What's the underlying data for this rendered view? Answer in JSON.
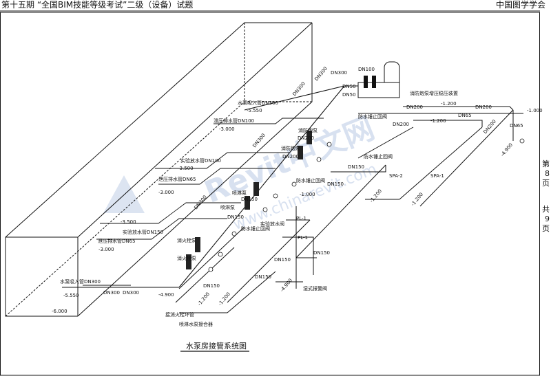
{
  "header": {
    "title_left": "第十五期 “全国BIM技能等级考试”二级（设备）试题",
    "title_right": "中国图学学会"
  },
  "side": {
    "page_label": "第",
    "page_num": "8",
    "page_unit": "页",
    "total_label": "共",
    "total_num": "9",
    "total_unit": "页"
  },
  "drawing": {
    "title": "水泵房接管系统图"
  },
  "labels": {
    "dn100_tank": "DN100",
    "dn50_a": "DN50",
    "dn50_b": "DN50",
    "dn300_a": "DN300",
    "dn300_b": "DN300",
    "dn300_c": "DN300",
    "dn300_d": "DN300",
    "dn300_e": "DN300",
    "dn300_f": "DN300",
    "dn300_g": "DN300",
    "suction_top": "水泵吸入管DN300",
    "lvl_550_a": "-5.550",
    "press_drain": "泄压排水管DN100",
    "lvl_3000_a": "-3.000",
    "test_drain": "实验放水管DN100",
    "lvl_3500_a": "-3.500",
    "press_drain2": "泄压排水管DN65",
    "lvl_3000_b": "-3.000",
    "lvl_3500_b": "-3.500",
    "test_drain2": "实验放水管DN150",
    "press_drain3": "泄压排水管DN65",
    "lvl_3000_c": "-3.000",
    "suction_bot": "水泵吸入管DN300",
    "lvl_550_b": "-5.550",
    "lvl_6000": "-6.000",
    "stab": "消防炮泵增压稳压装置",
    "dn200_a": "DN200",
    "dn200_b": "DN200",
    "dn200_c": "DN200",
    "dn200_d": "DN200",
    "lvl_1200_a": "-1.200",
    "lvl_1200_b": "-1.200",
    "lvl_1000": "-1.000",
    "dn65_a": "DN65",
    "dn65_b": "DN65",
    "lvl_4900_a": "-4.900",
    "cannon1": "消防炮泵",
    "cannon2": "消防炮泵",
    "dn200_e": "DN200",
    "dn200_f": "DN200",
    "chk1": "防水锤止回阀",
    "chk2": "防水锤止回阀",
    "chk3": "防水锤止回阀",
    "chk4": "防水锤止回阀",
    "spray1": "喷淋泵",
    "spray2": "喷淋泵",
    "dn150_a": "DN150",
    "dn150_b": "DN150",
    "dn150_c": "DN150",
    "dn150_d": "DN150",
    "test_valve": "实验放水阀",
    "lvl_1000_b": "-1.000",
    "hyd1": "消火栓泵",
    "hyd2": "消火栓泵",
    "spa": "SPA-2",
    "spa_b": "SPA-1",
    "pl1": "PL-1",
    "pl2": "PL-1",
    "lvl_1200_c": "-1.200",
    "lvl_1200_d": "-1.200",
    "lvl_1200_e": "-1.200",
    "lvl_1200_f": "-1.200",
    "lvl_4900_b": "-4.900",
    "lvl_4900_c": "-4.900",
    "alarm": "湿式报警阀",
    "ring": "接消火栓环管",
    "adapter": "喷淋水泵接合器",
    "dn150_e": "DN150",
    "dn150_f": "DN150",
    "dn150_g": "DN150",
    "dn150_h": "DN150"
  },
  "watermark": {
    "main": "Revit中文网",
    "url": "www.chinarevit.com"
  }
}
